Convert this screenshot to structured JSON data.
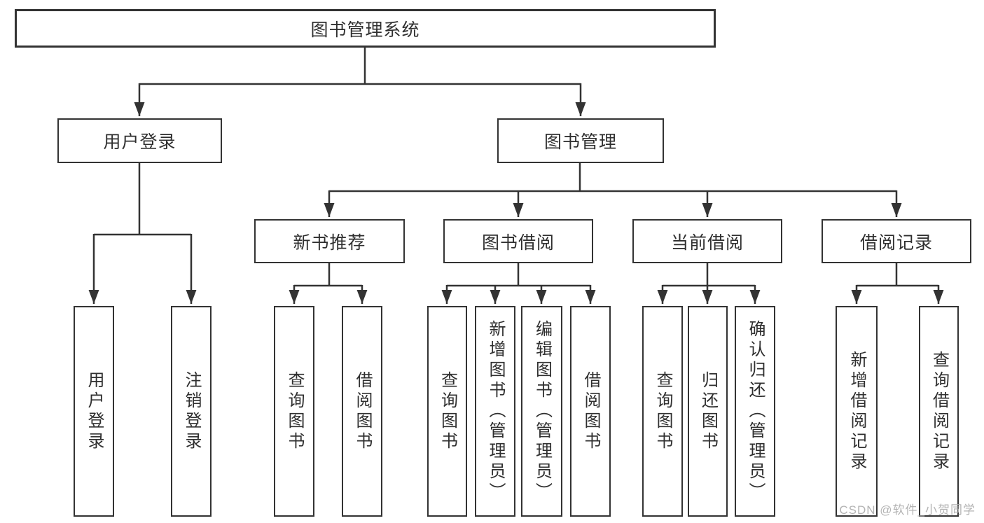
{
  "diagram": {
    "title_node": {
      "label": "图书管理系统"
    },
    "level2": [
      {
        "id": "user-login",
        "label": "用户登录"
      },
      {
        "id": "book-management",
        "label": "图书管理"
      }
    ],
    "level3": [
      {
        "id": "new-book-recommend",
        "label": "新书推荐",
        "parent": "图书管理"
      },
      {
        "id": "book-borrow",
        "label": "图书借阅",
        "parent": "图书管理"
      },
      {
        "id": "current-borrow",
        "label": "当前借阅",
        "parent": "图书管理"
      },
      {
        "id": "borrow-records",
        "label": "借阅记录",
        "parent": "图书管理"
      }
    ],
    "leaves": [
      {
        "label": "用户登录",
        "parent": "用户登录"
      },
      {
        "label": "注销登录",
        "parent": "用户登录"
      },
      {
        "label": "查询图书",
        "parent": "新书推荐"
      },
      {
        "label": "借阅图书",
        "parent": "新书推荐"
      },
      {
        "label": "查询图书",
        "parent": "图书借阅"
      },
      {
        "label": "新增图书（管理员）",
        "parent": "图书借阅"
      },
      {
        "label": "编辑图书（管理员）",
        "parent": "图书借阅"
      },
      {
        "label": "借阅图书",
        "parent": "图书借阅"
      },
      {
        "label": "查询图书",
        "parent": "当前借阅"
      },
      {
        "label": "归还图书",
        "parent": "当前借阅"
      },
      {
        "label": "确认归还（管理员）",
        "parent": "当前借阅"
      },
      {
        "label": "新增借阅记录",
        "parent": "借阅记录"
      },
      {
        "label": "查询借阅记录",
        "parent": "借阅记录"
      }
    ]
  },
  "watermark": {
    "text": "CSDN @软件_小贺同学"
  },
  "colors": {
    "line": "#333333",
    "border": "#333333",
    "text": "#2f2f2f",
    "background": "#ffffff",
    "watermark": "#b3b3b3"
  }
}
